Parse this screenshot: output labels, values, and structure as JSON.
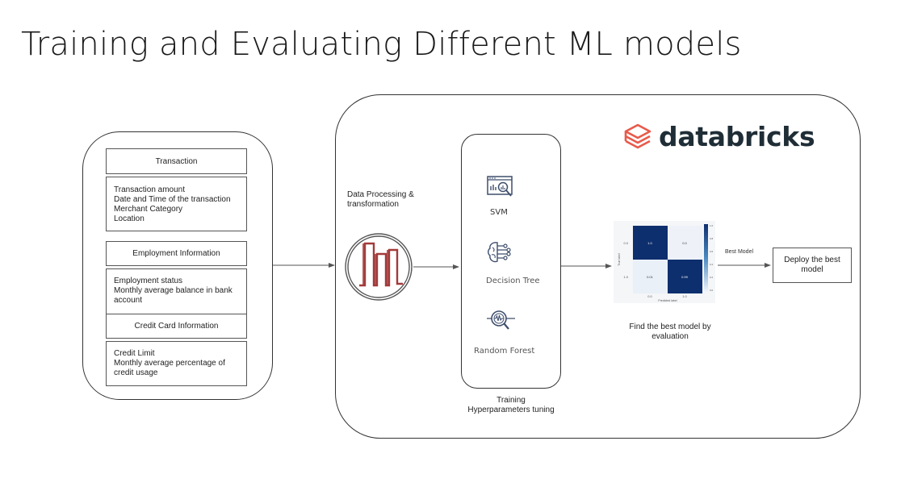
{
  "title": "Training and Evaluating Different ML models",
  "brand": {
    "name": "databricks",
    "logo_color": "#e8594a",
    "text_color": "#1f2d36"
  },
  "inputs": {
    "sections": [
      {
        "header": "Transaction",
        "items": [
          "Transaction amount",
          "Date and  Time of the transaction",
          "Merchant Category",
          "Location"
        ]
      },
      {
        "header": "Employment  Information",
        "items": [
          "Employment status",
          "Monthly average balance in bank account"
        ]
      },
      {
        "header": "Credit Card  Information",
        "items": [
          "Credit Limit",
          "Monthly average percentage of credit usage"
        ]
      }
    ]
  },
  "processing": {
    "label_line1": "Data Processing &",
    "label_line2": "transformation",
    "icon": "bar-chart-circle-icon"
  },
  "models": [
    {
      "name": "SVM",
      "icon": "analytics-search-icon"
    },
    {
      "name": "Decision Tree",
      "icon": "brain-circuit-icon"
    },
    {
      "name": "Random Forest",
      "icon": "magnifier-waveform-icon"
    }
  ],
  "training": {
    "line1": "Training",
    "line2": "Hyperparameters tuning"
  },
  "evaluation": {
    "caption_line1": "Find the best model by",
    "caption_line2": "evaluation",
    "confusion_matrix": {
      "true_label": "True label",
      "predicted_label": "Predicted label",
      "tick_labels": [
        "0.0",
        "1.0"
      ],
      "values": [
        [
          "1.0",
          "0.0"
        ],
        [
          "0.01",
          "0.99"
        ]
      ],
      "colorbar_ticks": [
        "1.0",
        "0.8",
        "0.6",
        "0.4",
        "0.2",
        "0.0"
      ]
    }
  },
  "arrow_label": "Best Model",
  "deploy": {
    "line1": "Deploy the best",
    "line2": "model"
  }
}
